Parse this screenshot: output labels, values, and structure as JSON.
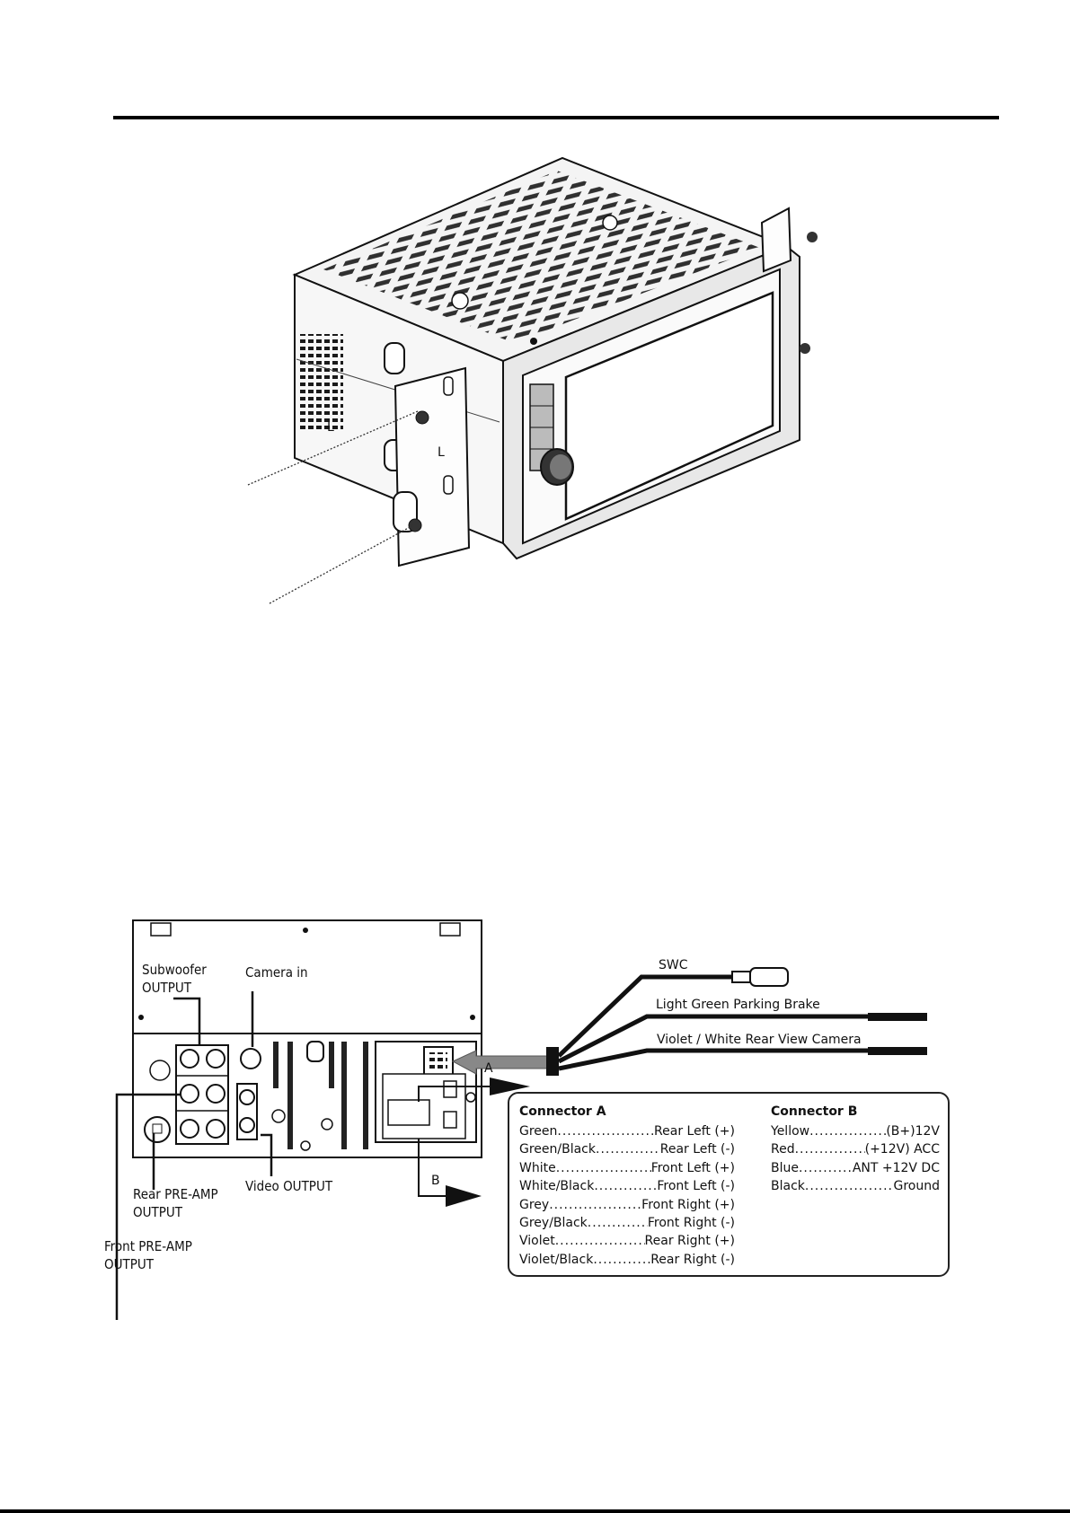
{
  "unit_labels": {
    "subwoofer_output": [
      "Subwoofer",
      "OUTPUT"
    ],
    "camera_in": "Camera in",
    "rear_preamp_output": [
      "Rear PRE-AMP",
      "OUTPUT"
    ],
    "front_preamp_output": [
      "Front PRE-AMP",
      "OUTPUT"
    ],
    "video_output": "Video OUTPUT",
    "bracket_letter": "L"
  },
  "harness": {
    "swc": "SWC",
    "parking_brake": "Light Green Parking Brake",
    "rear_camera": "Violet / White Rear View Camera",
    "arrow_a": "A",
    "arrow_b": "B"
  },
  "connector_a": {
    "title": "Connector A",
    "rows": [
      {
        "wire": "Green",
        "function": "Rear Left (+)"
      },
      {
        "wire": "Green/Black",
        "function": "Rear Left (-)"
      },
      {
        "wire": "White",
        "function": "Front Left (+)"
      },
      {
        "wire": "White/Black",
        "function": "Front Left (-)"
      },
      {
        "wire": "Grey",
        "function": "Front Right (+)"
      },
      {
        "wire": "Grey/Black",
        "function": "Front Right (-)"
      },
      {
        "wire": "Violet",
        "function": "Rear Right (+)"
      },
      {
        "wire": "Violet/Black",
        "function": "Rear Right (-)"
      }
    ]
  },
  "connector_b": {
    "title": "Connector B",
    "rows": [
      {
        "wire": "Yellow",
        "function": "(B+)12V"
      },
      {
        "wire": "Red",
        "function": "(+12V) ACC"
      },
      {
        "wire": "Blue",
        "function": "ANT +12V DC"
      },
      {
        "wire": "Black",
        "function": "Ground"
      }
    ]
  }
}
